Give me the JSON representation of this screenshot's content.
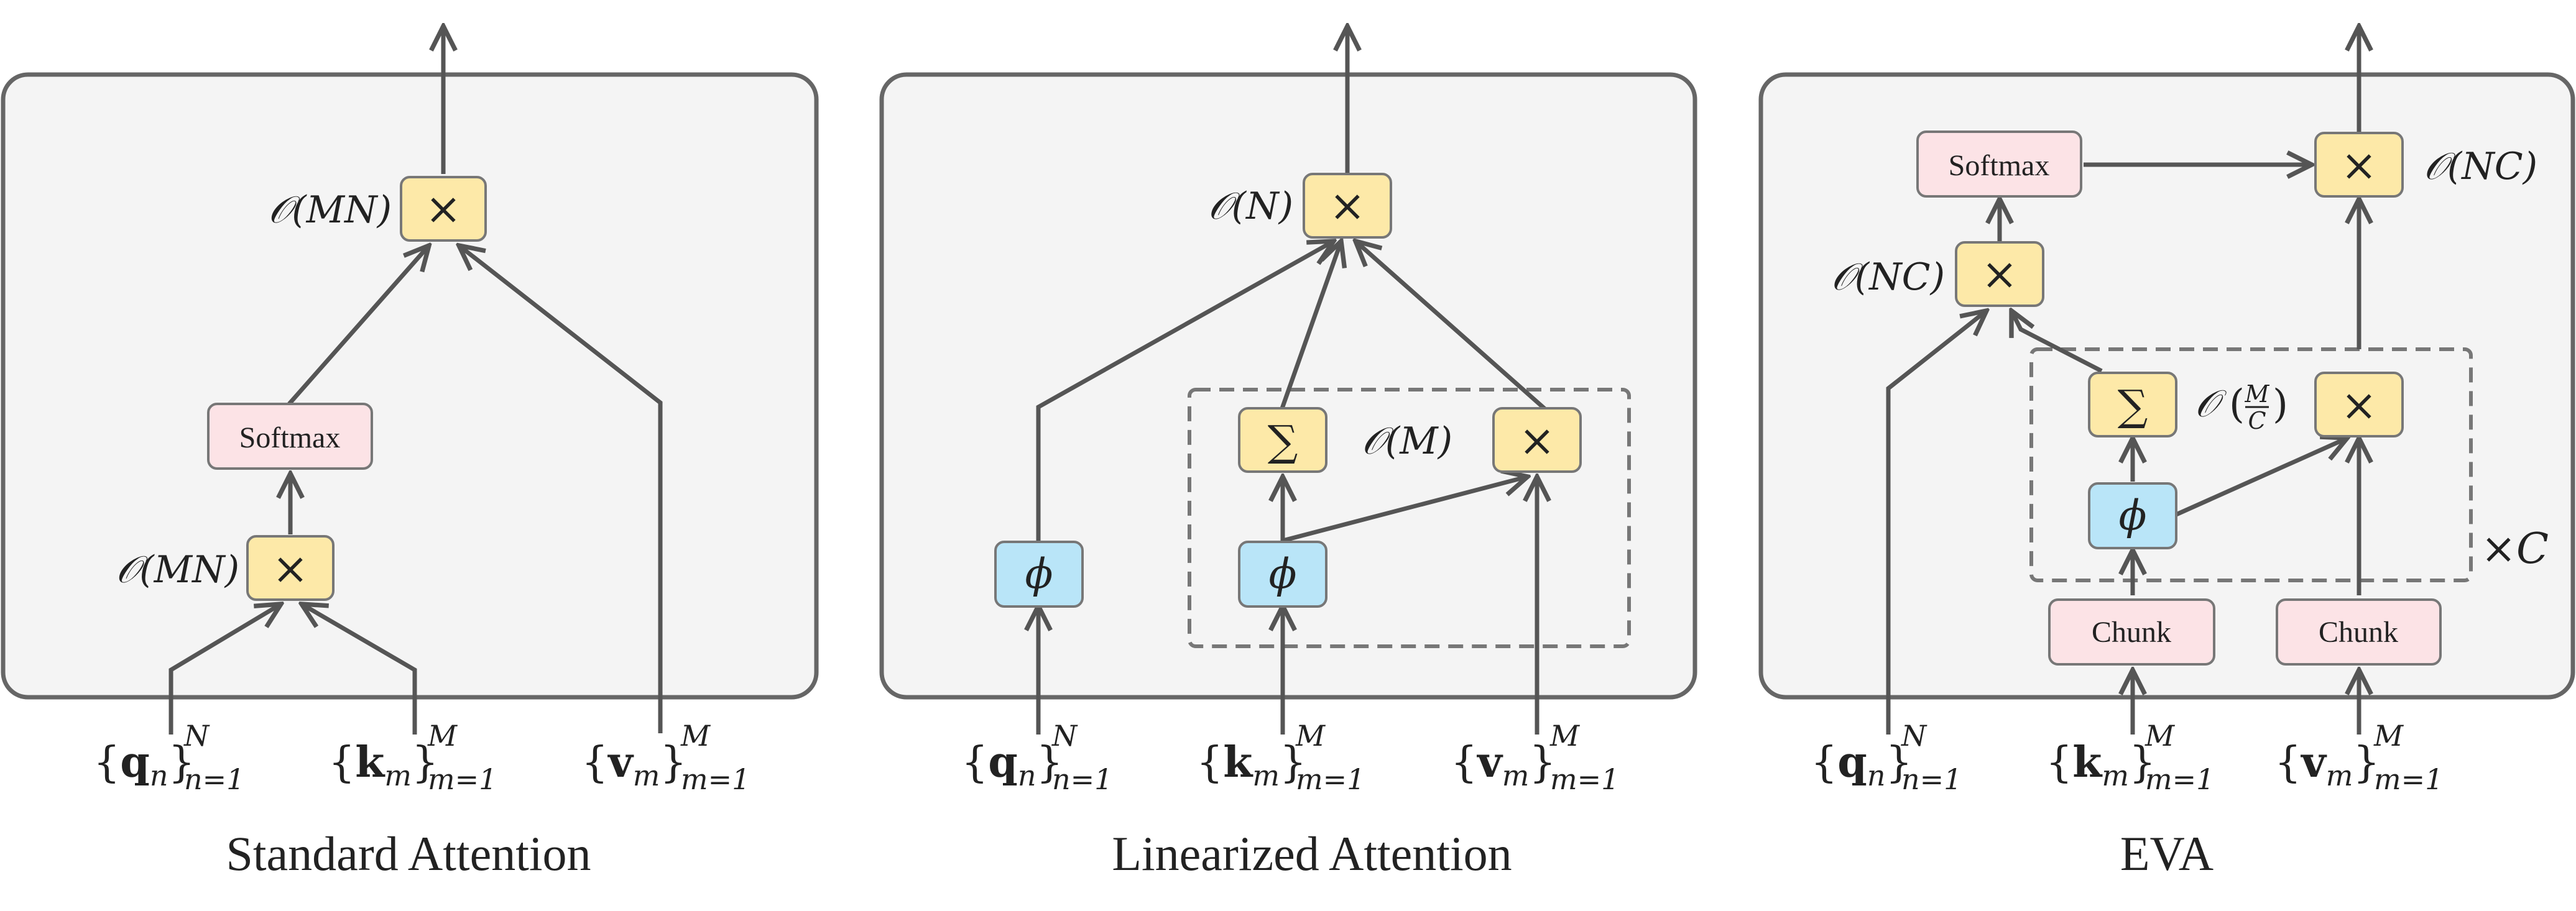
{
  "panels": [
    {
      "id": "standard",
      "title": "Standard Attention",
      "nodes": [
        {
          "id": "mult_top",
          "kind": "multiply",
          "symbol": "×"
        },
        {
          "id": "softmax",
          "kind": "softmax",
          "label": "Softmax"
        },
        {
          "id": "mult_qk",
          "kind": "multiply",
          "symbol": "×"
        }
      ],
      "annotations": [
        {
          "id": "cost_top",
          "base": "𝒪",
          "text": "(MN)"
        },
        {
          "id": "cost_qk",
          "base": "𝒪",
          "text": "(MN)"
        }
      ],
      "inputs": [
        {
          "id": "q",
          "open": "{",
          "sym": "q",
          "sub": "n",
          "close": "}",
          "sup": "N",
          "range": "n=1"
        },
        {
          "id": "k",
          "open": "{",
          "sym": "k",
          "sub": "m",
          "close": "}",
          "sup": "M",
          "range": "m=1"
        },
        {
          "id": "v",
          "open": "{",
          "sym": "v",
          "sub": "m",
          "close": "}",
          "sup": "M",
          "range": "m=1"
        }
      ]
    },
    {
      "id": "linearized",
      "title": "Linearized Attention",
      "nodes": [
        {
          "id": "mult_top",
          "kind": "multiply",
          "symbol": "×"
        },
        {
          "id": "sum",
          "kind": "sum",
          "symbol": "∑"
        },
        {
          "id": "mult_kv",
          "kind": "multiply",
          "symbol": "×"
        },
        {
          "id": "phi_q",
          "kind": "phi",
          "symbol": "ϕ"
        },
        {
          "id": "phi_k",
          "kind": "phi",
          "symbol": "ϕ"
        }
      ],
      "annotations": [
        {
          "id": "cost_top",
          "base": "𝒪",
          "text": "(N)"
        },
        {
          "id": "cost_mid",
          "base": "𝒪",
          "text": "(M)"
        }
      ],
      "inputs": [
        {
          "id": "q",
          "open": "{",
          "sym": "q",
          "sub": "n",
          "close": "}",
          "sup": "N",
          "range": "n=1"
        },
        {
          "id": "k",
          "open": "{",
          "sym": "k",
          "sub": "m",
          "close": "}",
          "sup": "M",
          "range": "m=1"
        },
        {
          "id": "v",
          "open": "{",
          "sym": "v",
          "sub": "m",
          "close": "}",
          "sup": "M",
          "range": "m=1"
        }
      ]
    },
    {
      "id": "eva",
      "title": "EVA",
      "nodes": [
        {
          "id": "softmax",
          "kind": "softmax",
          "label": "Softmax"
        },
        {
          "id": "mult_top",
          "kind": "multiply",
          "symbol": "×"
        },
        {
          "id": "mult_q",
          "kind": "multiply",
          "symbol": "×"
        },
        {
          "id": "sum",
          "kind": "sum",
          "symbol": "∑"
        },
        {
          "id": "mult_chunk",
          "kind": "multiply",
          "symbol": "×"
        },
        {
          "id": "phi",
          "kind": "phi",
          "symbol": "ϕ"
        },
        {
          "id": "chunk_k",
          "kind": "chunk",
          "label": "Chunk"
        },
        {
          "id": "chunk_v",
          "kind": "chunk",
          "label": "Chunk"
        }
      ],
      "annotations": [
        {
          "id": "cost_top",
          "base": "𝒪",
          "text": "(NC)"
        },
        {
          "id": "cost_q",
          "base": "𝒪",
          "text": "(NC)"
        },
        {
          "id": "cost_chunk",
          "base": "𝒪",
          "num": "M",
          "den": "C"
        },
        {
          "id": "repeat",
          "text": "×C"
        }
      ],
      "inputs": [
        {
          "id": "q",
          "open": "{",
          "sym": "q",
          "sub": "n",
          "close": "}",
          "sup": "N",
          "range": "n=1"
        },
        {
          "id": "k",
          "open": "{",
          "sym": "k",
          "sub": "m",
          "close": "}",
          "sup": "M",
          "range": "m=1"
        },
        {
          "id": "v",
          "open": "{",
          "sym": "v",
          "sub": "m",
          "close": "}",
          "sup": "M",
          "range": "m=1"
        }
      ]
    }
  ]
}
